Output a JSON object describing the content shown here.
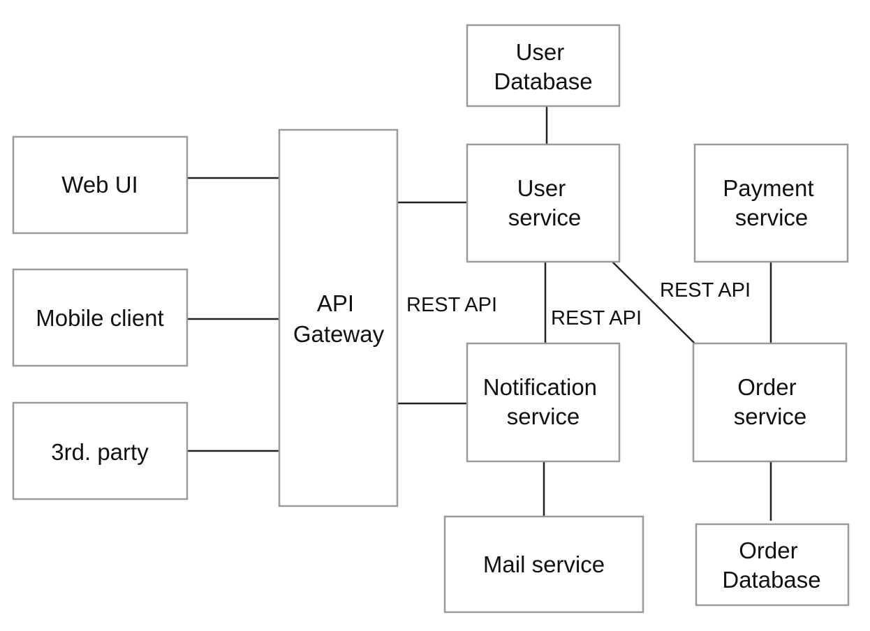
{
  "nodes": {
    "user_database": [
      "User",
      "Database"
    ],
    "web_ui": [
      "Web UI"
    ],
    "mobile_client": [
      "Mobile client"
    ],
    "third_party": [
      "3rd. party"
    ],
    "api_gateway": [
      "API",
      "Gateway"
    ],
    "user_service": [
      "User",
      "service"
    ],
    "payment_service": [
      "Payment",
      "service"
    ],
    "notification_service": [
      "Notification",
      "service"
    ],
    "order_service": [
      "Order",
      "service"
    ],
    "mail_service": [
      "Mail service"
    ],
    "order_database": [
      "Order",
      "Database"
    ]
  },
  "edge_labels": {
    "gateway_services": "REST API",
    "user_notification": "REST API",
    "user_order": "REST API"
  },
  "colors": {
    "box_border": "#9a9a9a",
    "connector": "#222222",
    "text": "#111111",
    "background": "#ffffff"
  }
}
